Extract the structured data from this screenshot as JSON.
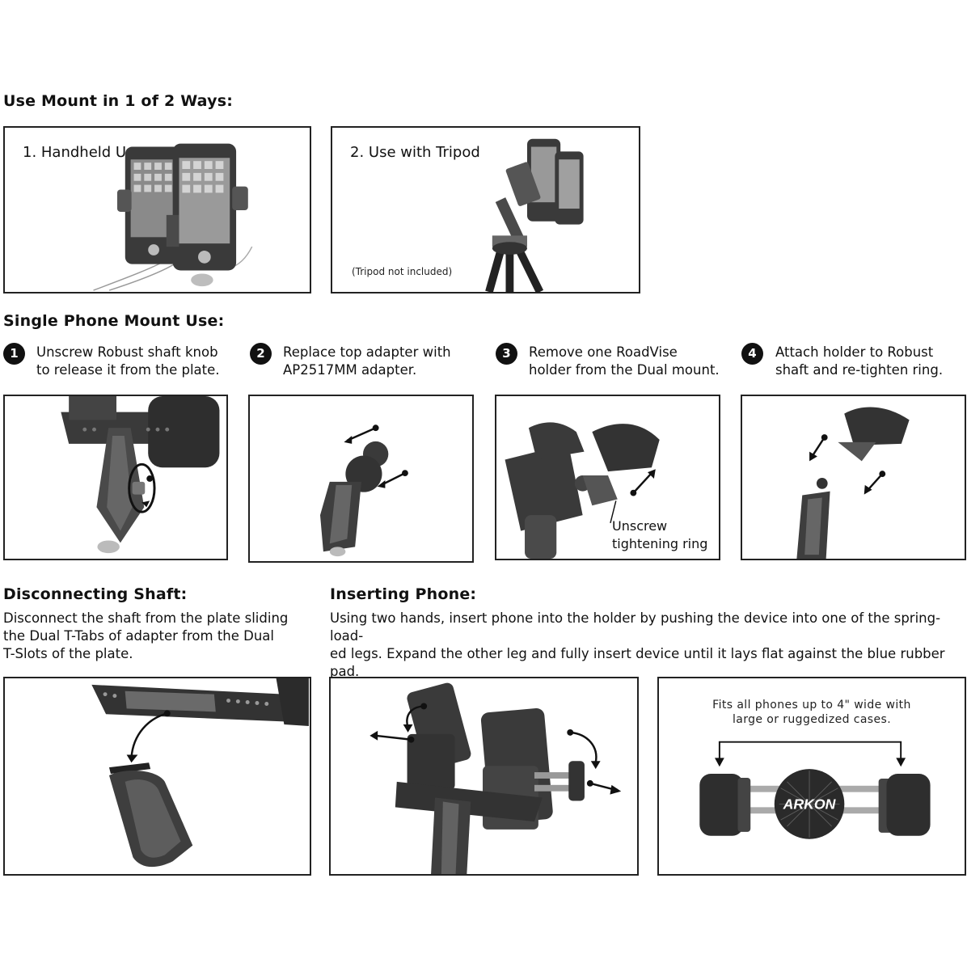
{
  "section1": {
    "heading": "Use Mount in 1 of 2 Ways:",
    "panel1_label": "1. Handheld Use",
    "panel2_label": "2. Use with Tripod",
    "panel2_note": "(Tripod not included)"
  },
  "section2": {
    "heading": "Single Phone Mount Use:",
    "steps": [
      {
        "num": "1",
        "line1": "Unscrew Robust shaft knob",
        "line2": "to release it from the plate."
      },
      {
        "num": "2",
        "line1": "Replace top adapter with",
        "line2": "AP2517MM adapter."
      },
      {
        "num": "3",
        "line1": "Remove one RoadVise",
        "line2": "holder from the Dual mount."
      },
      {
        "num": "4",
        "line1": "Attach holder to Robust",
        "line2": "shaft and re-tighten ring."
      }
    ],
    "step3_annotation_line1": "Unscrew",
    "step3_annotation_line2": "tightening ring"
  },
  "section3": {
    "heading": "Disconnecting Shaft:",
    "line1": "Disconnect the shaft from the plate sliding",
    "line2": "the Dual T-Tabs of adapter from the Dual",
    "line3": "T-Slots of the plate."
  },
  "section4": {
    "heading": "Inserting Phone:",
    "line1": "Using two hands, insert phone into the holder by pushing the device into one of the spring-load-",
    "line2": "ed legs. Expand the other leg and fully insert device until it lays flat against the blue rubber pad.",
    "fit_line1": "Fits all phones up to 4\" wide with",
    "fit_line2": "large or ruggedized cases.",
    "brand": "ARKON"
  },
  "colors": {
    "ink": "#111111",
    "dark_part": "#3a3a3a",
    "mid_part": "#6a6a6a",
    "light_part": "#bdbdbd"
  }
}
